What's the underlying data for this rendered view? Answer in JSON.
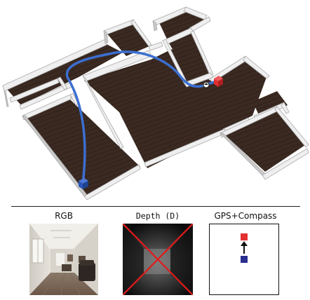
{
  "panels": {
    "rgb_label": "RGB",
    "depth_label": "Depth (D)",
    "gps_label": "GPS+Compass"
  },
  "colors": {
    "floor": "#3b2a22",
    "wall_top": "#efefef",
    "wall_side": "#c9c9c9",
    "path": "#3b6fd1",
    "start_marker": "#2a55b8",
    "goal_marker": "#e23030",
    "cross": "#e01b1b"
  },
  "icons": {
    "start": "blue-cube-icon",
    "goal": "red-cube-icon",
    "agent": "agent-pin-icon",
    "heading": "arrow-up-icon"
  }
}
